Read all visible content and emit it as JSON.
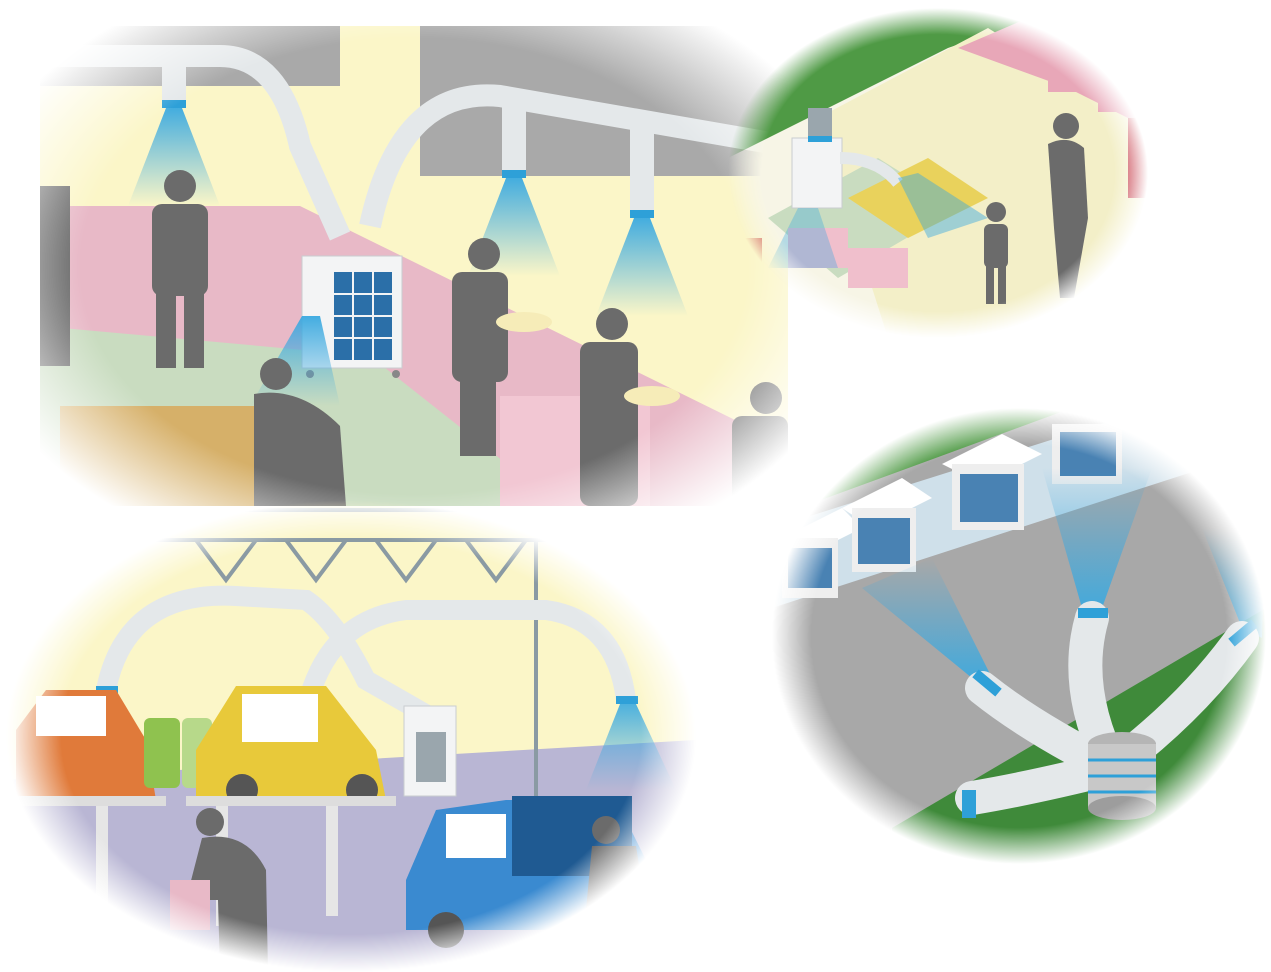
{
  "scenes": [
    {
      "key": "factory",
      "description_icon": "factory-line-spot-cooling"
    },
    {
      "key": "store",
      "description_icon": "store-spot-cooling"
    },
    {
      "key": "garage",
      "description_icon": "car-garage-spot-cooling"
    },
    {
      "key": "rooftop",
      "description_icon": "rooftop-duct-cooling"
    }
  ],
  "colors": {
    "silhouette": "#6b6b6b",
    "duct": "#e4e8ea",
    "duct_band": "#2ea0d8",
    "cool_air": "#3aa9e0",
    "wall_yellow": "#fbf6c8",
    "wall_pink": "#e8b9c7",
    "floor_green": "#c9dcc0",
    "floor_purple": "#b9b6d4",
    "grass_green": "#4f9a45",
    "unit_grid": "#2b6fa8"
  }
}
